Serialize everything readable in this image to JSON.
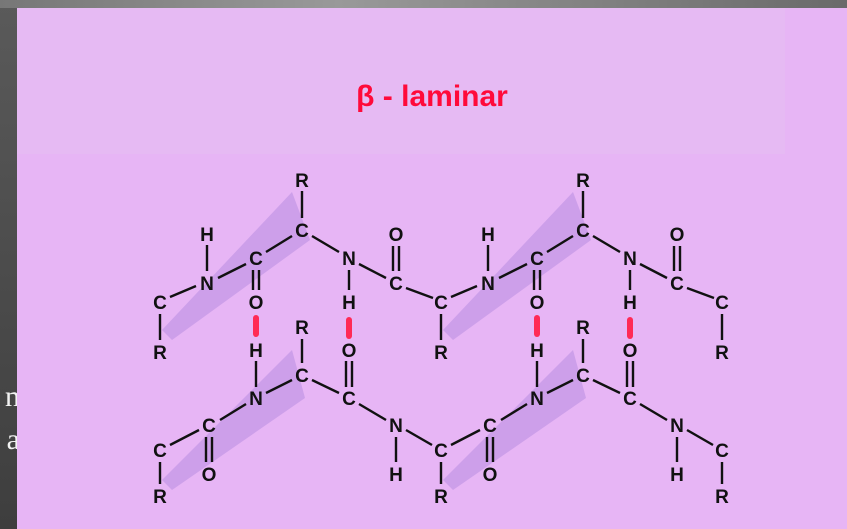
{
  "title": "β - laminar",
  "side_text": [
    "n",
    "a"
  ],
  "colors": {
    "panel": "#e7b5f5",
    "shade": "#c89be8",
    "bond": "#111111",
    "hbond": "#ff2a55",
    "title": "#ff0a3a"
  },
  "atom_labels": {
    "R": "R",
    "H": "H",
    "C": "C",
    "N": "N",
    "O": "O"
  }
}
